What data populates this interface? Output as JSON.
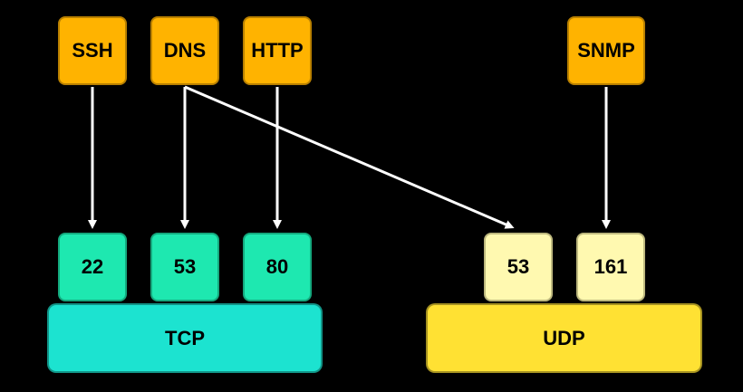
{
  "protocols": {
    "ssh": "SSH",
    "dns": "DNS",
    "http": "HTTP",
    "snmp": "SNMP"
  },
  "ports": {
    "tcp_22": "22",
    "tcp_53": "53",
    "tcp_80": "80",
    "udp_53": "53",
    "udp_161": "161"
  },
  "transports": {
    "tcp": "TCP",
    "udp": "UDP"
  },
  "colors": {
    "protocol": "#FFB300",
    "tcp_port": "#1EE8B0",
    "udp_port": "#FFF9B0",
    "tcp": "#1CE3D0",
    "udp": "#FFE133",
    "arrow": "#FFFFFF",
    "background": "#000000"
  }
}
